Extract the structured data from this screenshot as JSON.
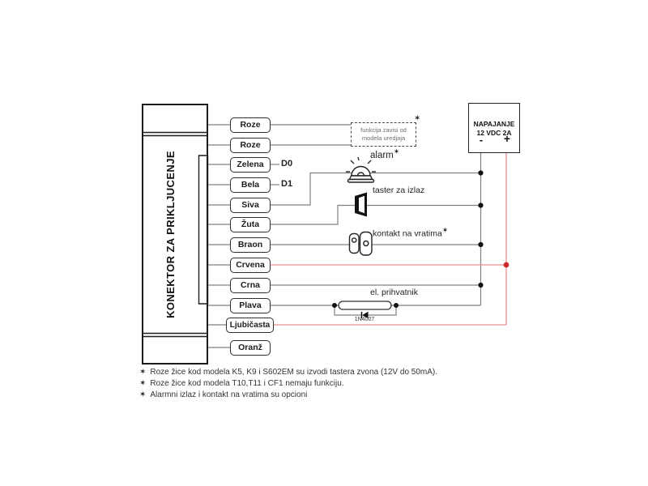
{
  "colors": {
    "wire_gray": "#808080",
    "wire_red": "#e39090",
    "dot_red": "#cc2a2a",
    "ink": "#1c1c1c"
  },
  "connector": {
    "title": "KONEKTOR ZA PRIKLJUCENJE",
    "wires": [
      "Roze",
      "Roze",
      "Zelena",
      "Bela",
      "Siva",
      "Žuta",
      "Braon",
      "Crvena",
      "Crna",
      "Plava",
      "Ljubičasta",
      "Oranž"
    ]
  },
  "signals": {
    "d0": "D0",
    "d1": "D1"
  },
  "power": {
    "title_line1": "NAPAJANJE",
    "title_line2": "12 VDC 2A",
    "minus": "-",
    "plus": "+"
  },
  "devices": {
    "function_box_line1": "funkcija zavisi od",
    "function_box_line2": "modela uredjaja",
    "function_box_star": "✶",
    "alarm_label": "alarm",
    "alarm_star": "✶",
    "exit_button_label": "taster za izlaz",
    "door_contact_label": "kontakt na vratima",
    "door_contact_star": "✶",
    "strike_label": "el. prihvatnik",
    "diode_label": "1N4007"
  },
  "footnotes": [
    {
      "star": "✶",
      "text": "Roze žice kod modela K5, K9 i S602EM su izvodi tastera zvona (12V do 50mA)."
    },
    {
      "star": "✶",
      "text": "Roze žice kod modela T10,T11 i CF1 nemaju funkciju."
    },
    {
      "star": "✶",
      "text": "Alarmni izlaz i kontakt na vratima su opcioni"
    }
  ]
}
